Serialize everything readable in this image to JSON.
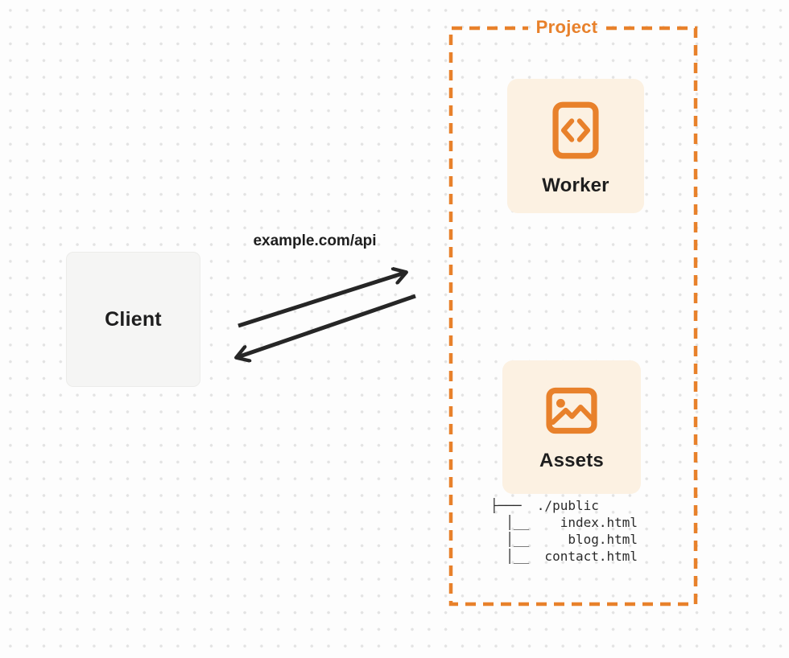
{
  "colors": {
    "accent": "#E8812B",
    "card_bg": "#FCF1E2",
    "client_bg": "#F5F5F4",
    "ink": "#1E1E1E",
    "arrow": "#262626",
    "bg": "#FDFDFD",
    "dot": "#E3E3E3"
  },
  "client": {
    "label": "Client"
  },
  "request": {
    "label": "example.com/api"
  },
  "project": {
    "label": "Project",
    "nodes": {
      "worker": {
        "label": "Worker",
        "icon": "code-file-icon"
      },
      "assets": {
        "label": "Assets",
        "icon": "image-icon"
      }
    },
    "file_tree": {
      "root": "./public",
      "files": [
        "index.html",
        "blog.html",
        "contact.html"
      ],
      "lines": [
        "├───  ./public",
        "  │__    index.html",
        "  │__     blog.html",
        "  │__  contact.html"
      ]
    }
  }
}
